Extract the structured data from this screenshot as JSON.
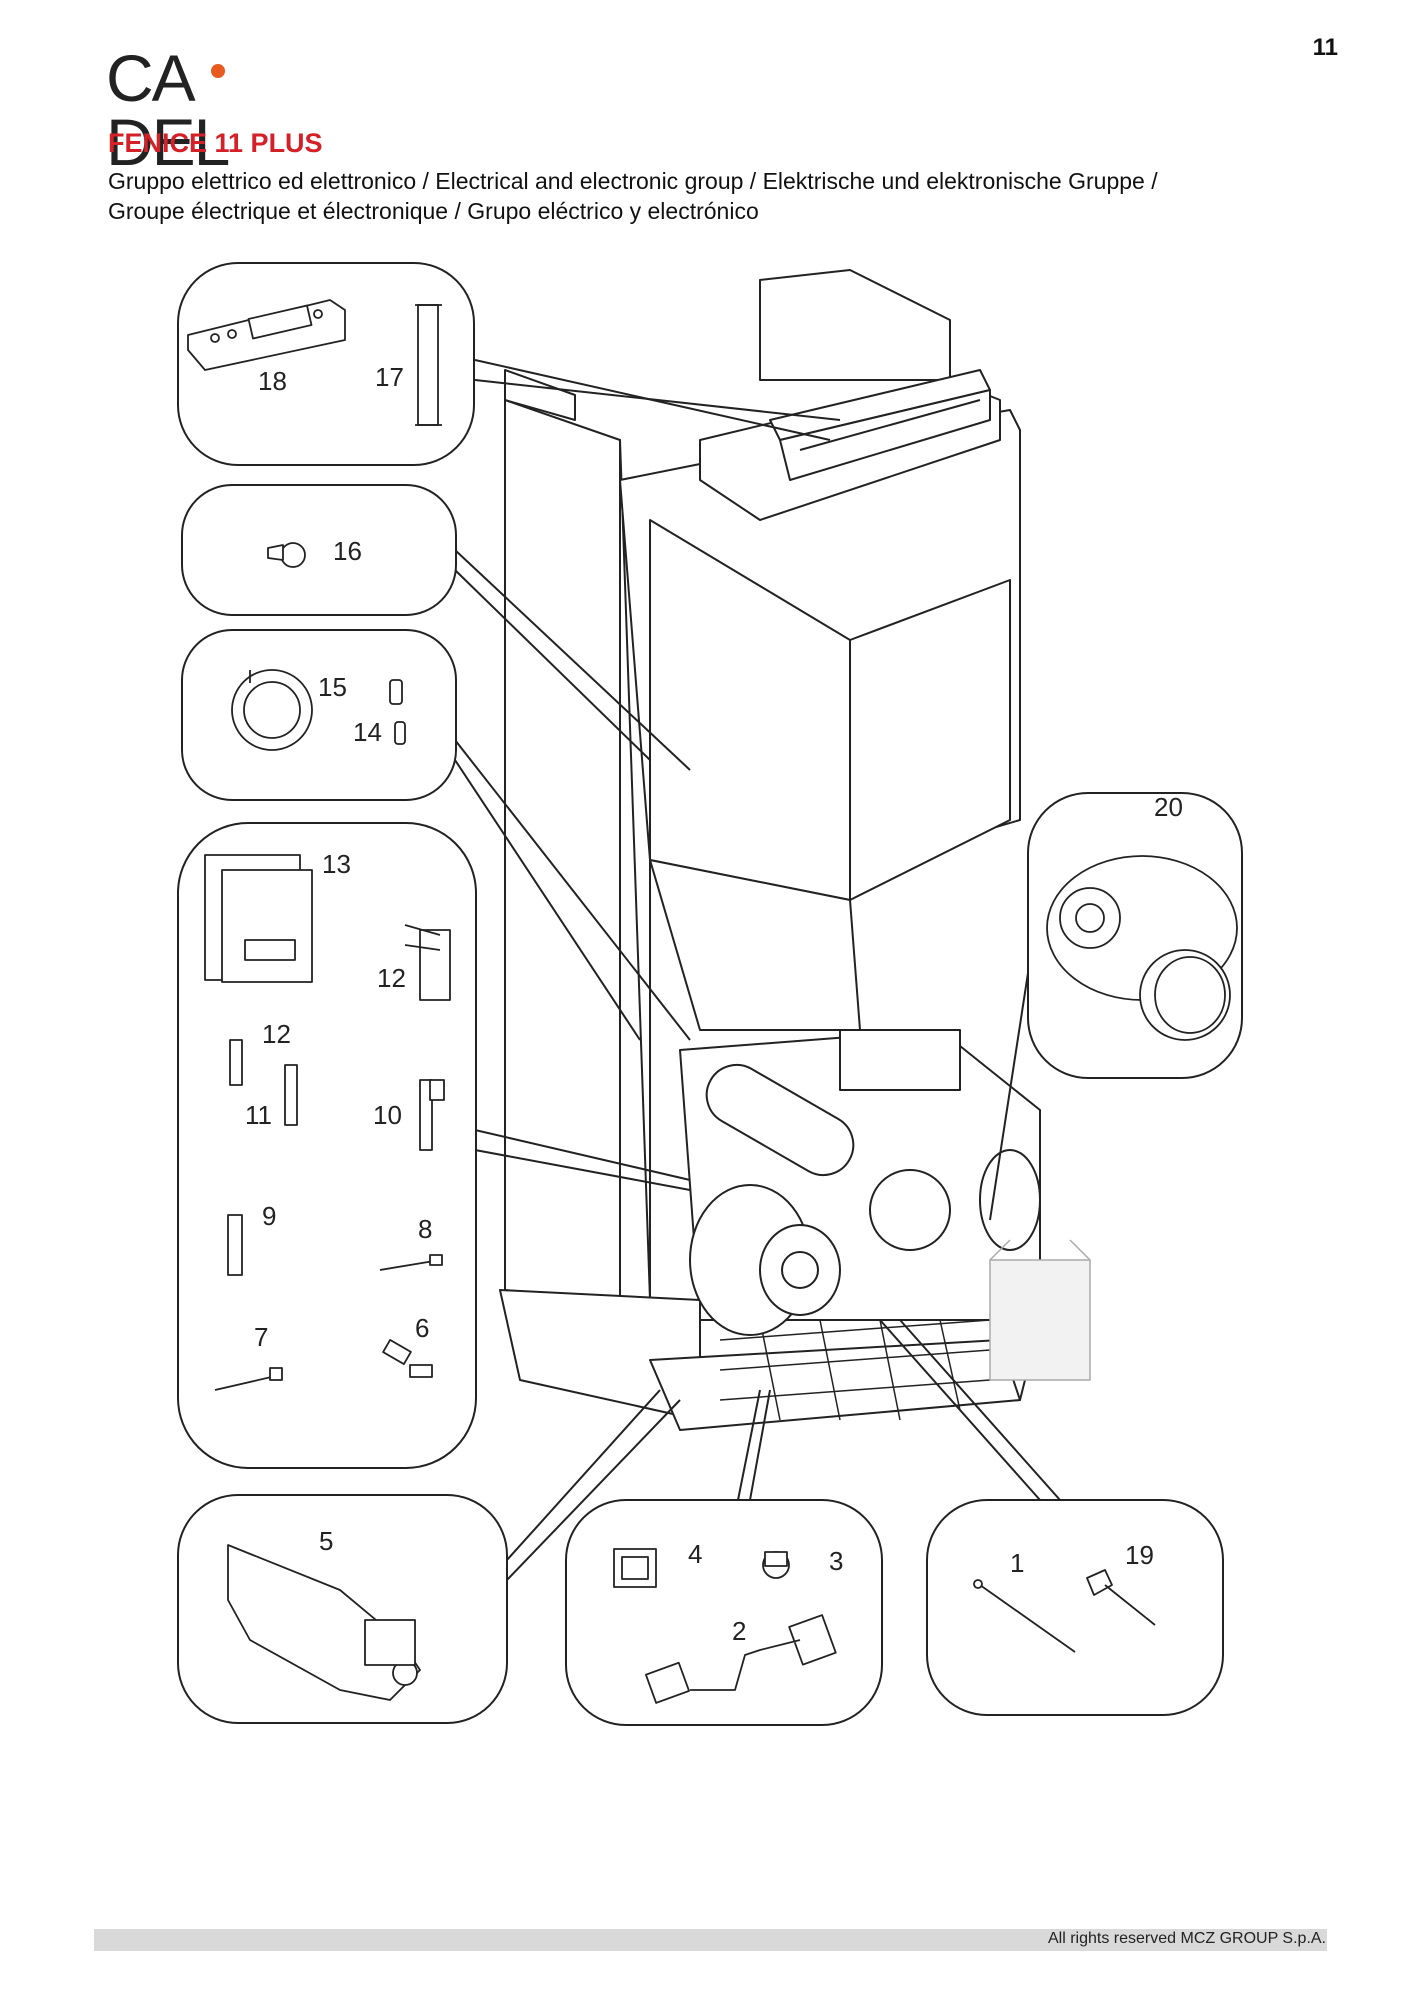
{
  "page_number": "11",
  "brand": {
    "name_left": "CA",
    "name_right": "DEL",
    "dot_color": "#e85a1f"
  },
  "title": "FENICE 11 PLUS",
  "title_color": "#d42027",
  "subtitle_line1": "Gruppo elettrico ed elettronico / Electrical and electronic group / Elektrische und elektronische Gruppe /",
  "subtitle_line2": "Groupe électrique et électronique / Grupo eléctrico y electrónico",
  "callouts": [
    "1",
    "2",
    "3",
    "4",
    "5",
    "6",
    "7",
    "8",
    "9",
    "10",
    "11",
    "12",
    "12",
    "13",
    "14",
    "15",
    "16",
    "17",
    "18",
    "19",
    "20"
  ],
  "footer": "All rights reserved MCZ GROUP S.p.A."
}
